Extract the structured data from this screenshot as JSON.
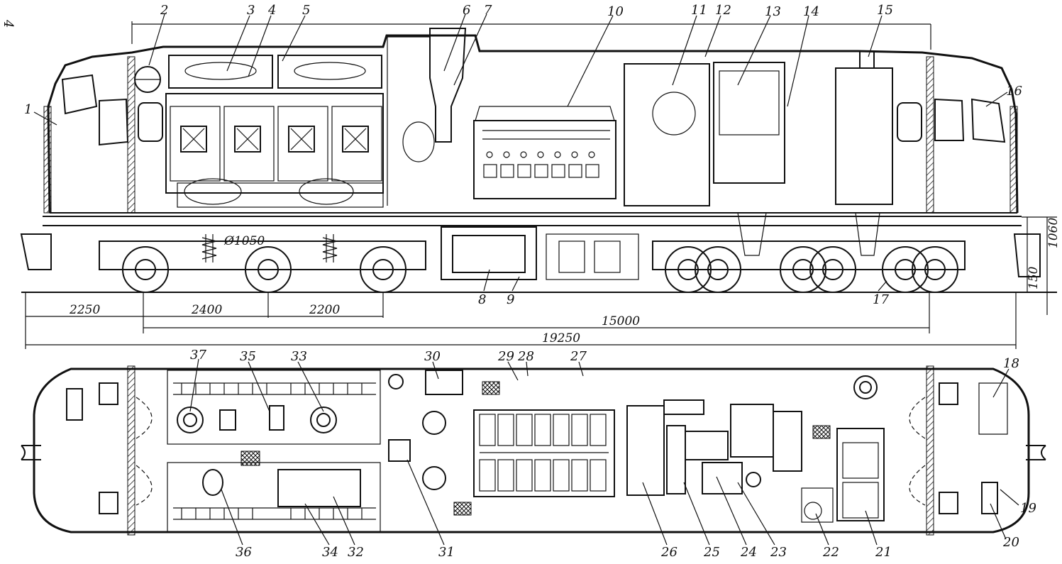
{
  "page_marker": "4",
  "side_view": {
    "callouts": [
      "1",
      "2",
      "3",
      "4",
      "5",
      "6",
      "7",
      "8",
      "9",
      "10",
      "11",
      "12",
      "13",
      "14",
      "15",
      "16",
      "17"
    ],
    "wheel_diameter": "Ø1050",
    "dimensions": {
      "d_2250": "2250",
      "d_2400": "2400",
      "d_2200": "2200",
      "d_15000": "15000",
      "d_19250": "19250",
      "d_1060": "1060",
      "d_150": "150"
    }
  },
  "plan_view": {
    "callouts": [
      "18",
      "19",
      "20",
      "21",
      "22",
      "23",
      "24",
      "25",
      "26",
      "27",
      "28",
      "29",
      "30",
      "31",
      "32",
      "33",
      "34",
      "35",
      "36",
      "37"
    ]
  }
}
